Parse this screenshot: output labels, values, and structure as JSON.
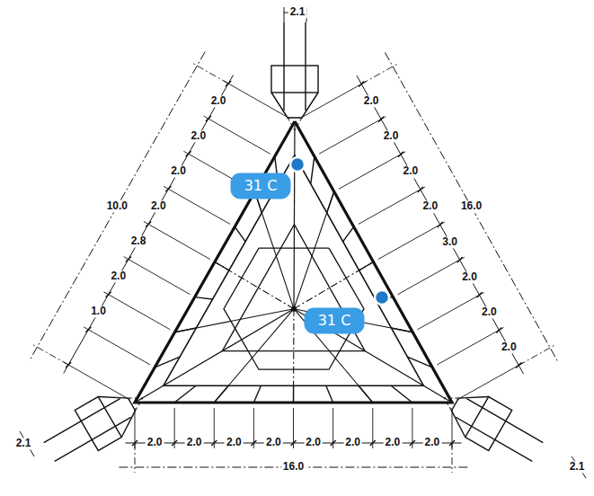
{
  "diagram": {
    "nodes": [
      {
        "text": [
          "31 C"
        ]
      },
      {
        "text": [
          "31 C"
        ]
      }
    ],
    "labels": [
      "2.1",
      "2.0",
      "2.0",
      "10.0",
      "2.0",
      "2.0",
      "2.8",
      "2.0",
      "1.0",
      "16.0",
      "2.0",
      "2.0",
      "2.0",
      "2.0",
      "3.0",
      "2.0",
      "2.0",
      "2.0",
      "2.0",
      "2.0",
      "2.0",
      "2.0",
      "2.0",
      "2.0",
      "2.0",
      "2.0",
      "16.0",
      "2.1",
      "2.1"
    ]
  }
}
